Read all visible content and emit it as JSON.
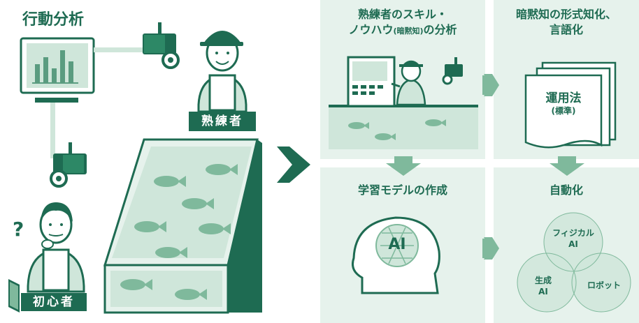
{
  "left": {
    "title": "行動分析",
    "expert_label": "熟練者",
    "beginner_label": "初心者",
    "question_mark": "?"
  },
  "panels": {
    "skill_title_line1": "熟練者のスキル・",
    "skill_title_line2a": "ノウハウ",
    "skill_title_line2b": "(暗黙知)",
    "skill_title_line2c": "の分析",
    "formal_title_line1": "暗黙知の形式知化、",
    "formal_title_line2": "言語化",
    "doc_title": "運用法",
    "doc_subtitle": "(標準)",
    "model_title": "学習モデルの作成",
    "ai_label": "AI",
    "auto_title": "自動化",
    "physical_ai_1": "フィジカル",
    "physical_ai_2": "AI",
    "gen_ai_1": "生成",
    "gen_ai_2": "AI",
    "robot": "ロボット"
  },
  "colors": {
    "dark_green": "#1e6b52",
    "mid_green": "#7fb99c",
    "light_green": "#cfe6da",
    "panel_bg": "#e6f2ec"
  }
}
